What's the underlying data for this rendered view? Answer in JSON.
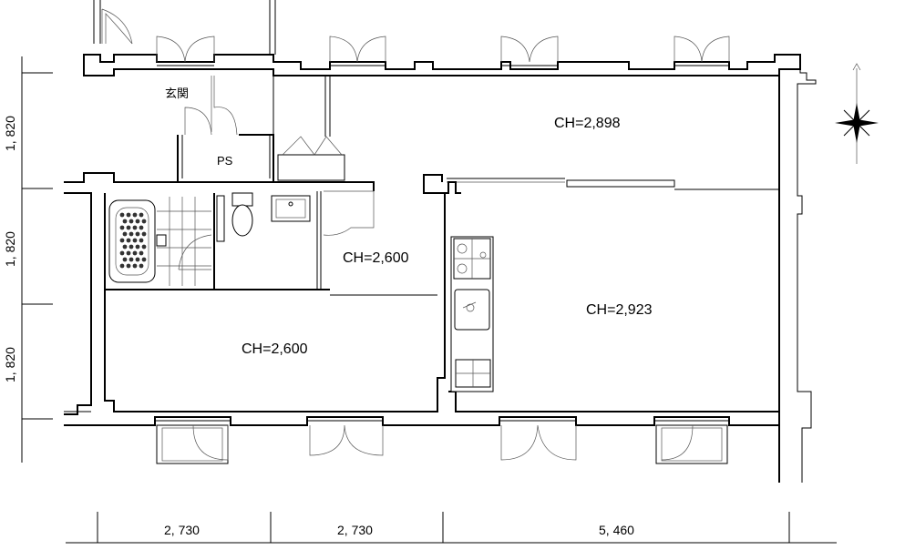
{
  "labels": {
    "entrance": "玄関",
    "ps": "PS",
    "ch_north": "CH=2,898",
    "ch_middle": "CH=2,600",
    "ch_kitchen": "CH=2,923",
    "ch_west": "CH=2,600"
  },
  "dimensions": {
    "horizontal": [
      "2, 730",
      "2, 730",
      "5, 460"
    ],
    "vertical": [
      "1, 820",
      "1, 820",
      "1, 820"
    ]
  }
}
